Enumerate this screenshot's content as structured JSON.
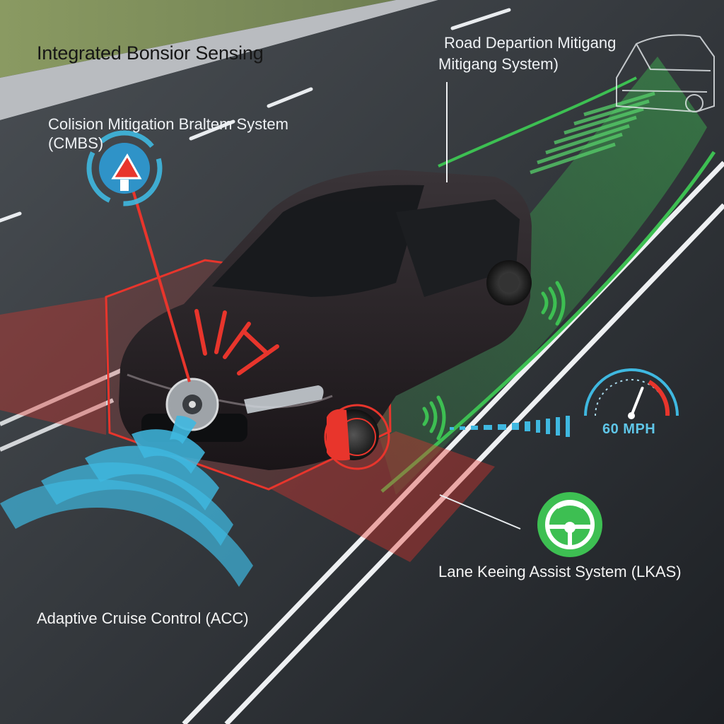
{
  "title": "Integrated Bonsior Sensing",
  "labels": {
    "cmbs_line1": "Colision Mitigation Braltem System",
    "cmbs_line2": "(CMBS)",
    "rdm_line1": "Road Departion Mitigang",
    "rdm_line2": "Mitigang System)",
    "acc": "Adaptive Cruise Control (ACC)",
    "lkas": "Lane Keeing Assist System (LKAS)"
  },
  "speedometer": {
    "readout": "60 MPH",
    "needle_fraction": 0.62
  },
  "icons": {
    "cmbs": "brake-warning-icon",
    "lkas": "steering-wheel-icon",
    "acc": "radar-waves-icon",
    "rdm": "lane-path-icon"
  },
  "colors": {
    "road": "#2f3338",
    "grass": "#7c8c5a",
    "cmbs_red": "#e8352c",
    "acc_blue": "#3fb8e0",
    "lkas_green": "#3dbf52",
    "car_body": "#2a2226",
    "speed_blue": "#5fc6e8"
  }
}
